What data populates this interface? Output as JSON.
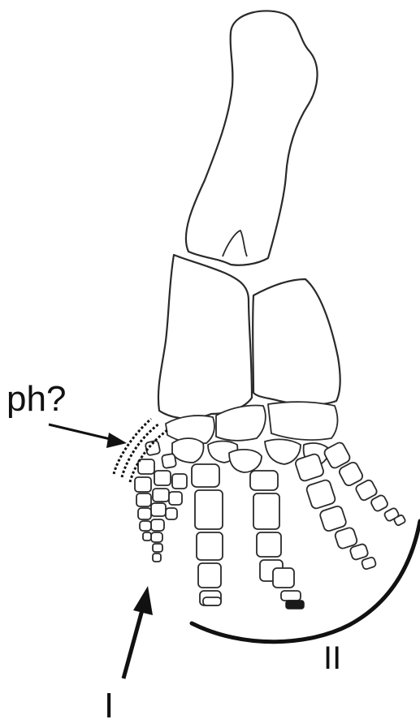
{
  "labels": {
    "ph": "ph?",
    "digit_one": "I",
    "digit_two": "II"
  },
  "colors": {
    "ink": "#111111",
    "bone_outline": "#2a2a2a",
    "background": "#ffffff"
  }
}
